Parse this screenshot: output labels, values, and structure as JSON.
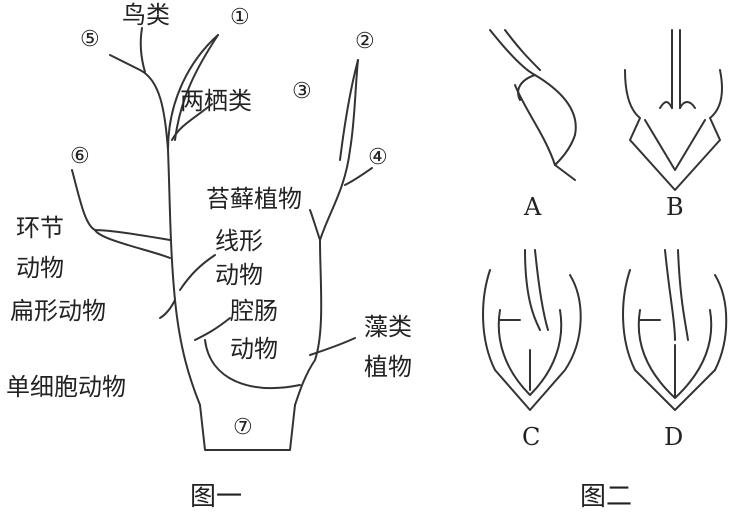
{
  "figure1": {
    "caption": "图一",
    "labels": {
      "birds": "鸟类",
      "amphibians": "两栖类",
      "mosses": "苔藓植物",
      "annelids": "环节\n动物",
      "annelids_line1": "环节",
      "annelids_line2": "动物",
      "nematodes_line1": "线形",
      "nematodes_line2": "动物",
      "flatworms": "扁形动物",
      "coelenterates_line1": "腔肠",
      "coelenterates_line2": "动物",
      "algae_line1": "藻类",
      "algae_line2": "植物",
      "protozoa": "单细胞动物"
    },
    "numbers": [
      "①",
      "②",
      "③",
      "④",
      "⑤",
      "⑥",
      "⑦"
    ]
  },
  "figure2": {
    "caption": "图二",
    "panels": [
      "A",
      "B",
      "C",
      "D"
    ]
  }
}
